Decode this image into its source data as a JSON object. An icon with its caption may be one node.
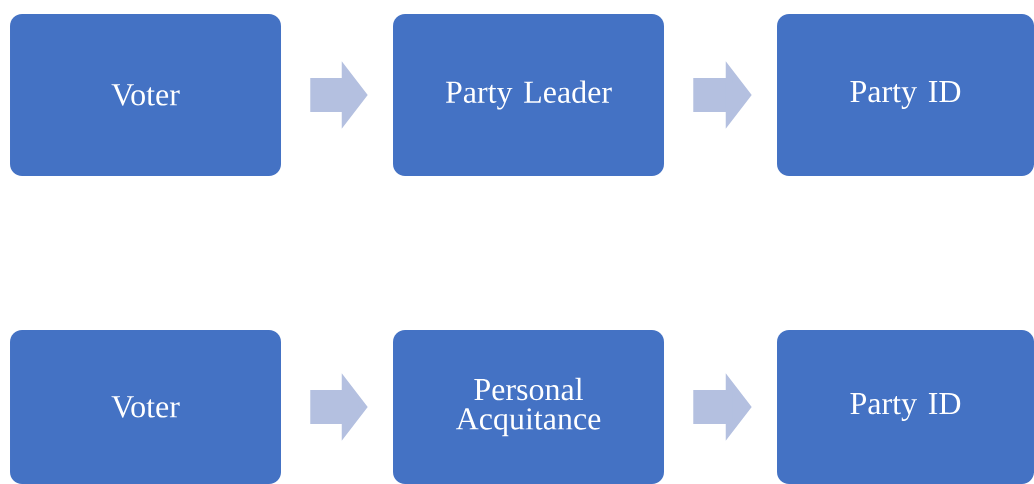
{
  "diagram": {
    "nodes": [
      {
        "text": [
          "Voter"
        ]
      },
      {
        "text": [
          "Party Leader"
        ]
      },
      {
        "text": [
          "Party ID"
        ]
      },
      {
        "text": [
          "Voter"
        ]
      },
      {
        "text": [
          "Personal Acquitance"
        ]
      },
      {
        "text": [
          "Party ID"
        ]
      }
    ],
    "edges": [
      {
        "from": 0,
        "to": 1,
        "arrow": "to"
      },
      {
        "from": 1,
        "to": 2,
        "arrow": "to"
      },
      {
        "from": 3,
        "to": 4,
        "arrow": "to"
      },
      {
        "from": 4,
        "to": 5,
        "arrow": "to"
      }
    ]
  }
}
